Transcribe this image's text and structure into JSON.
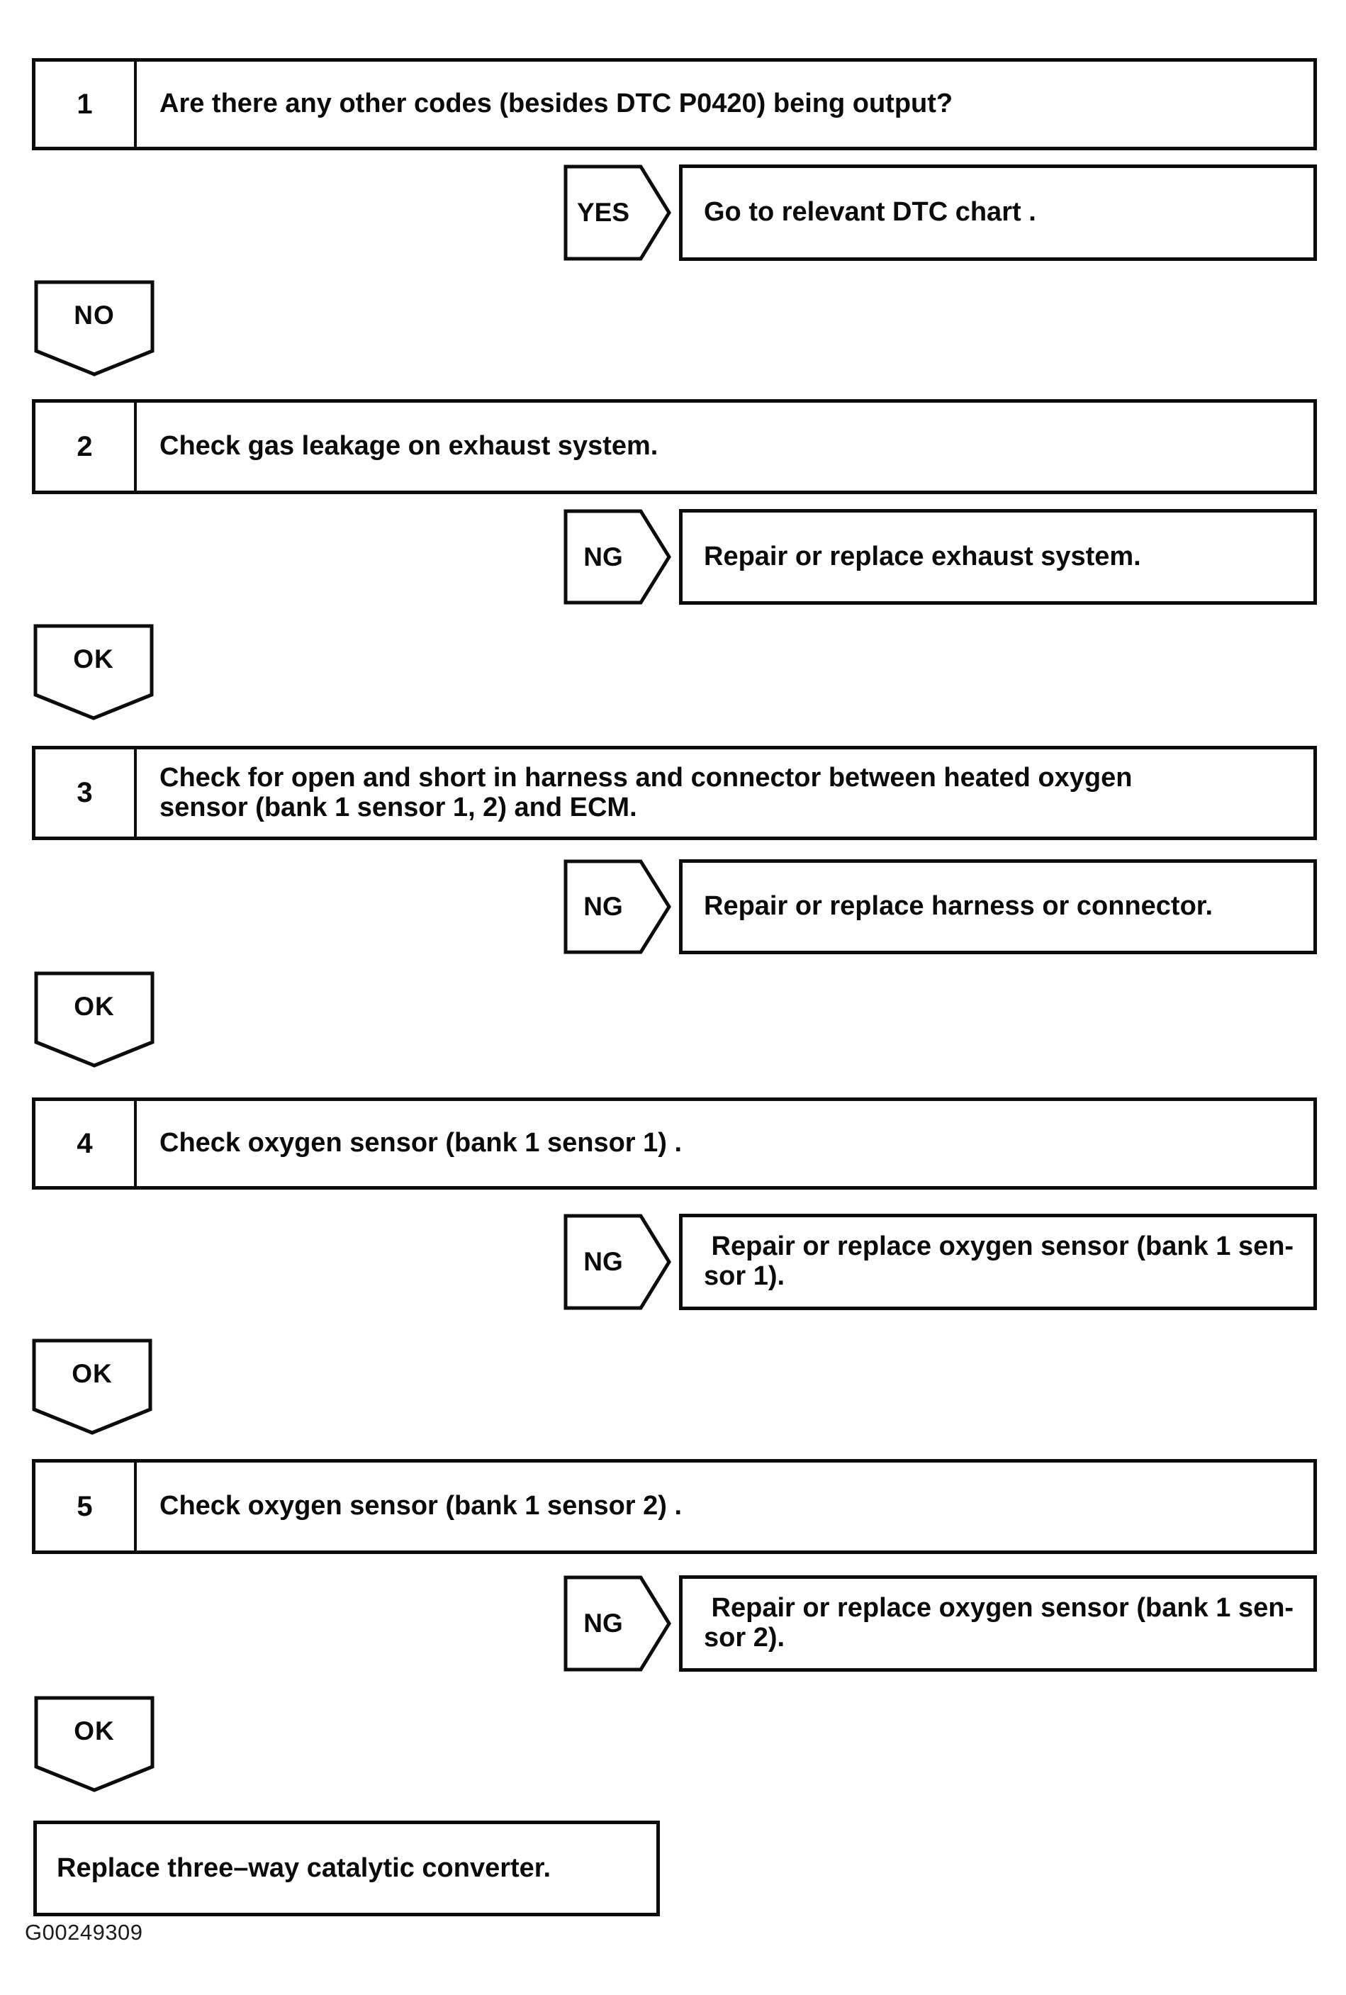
{
  "figure_id": "G00249309",
  "colors": {
    "ink": "#0c0c0c",
    "paper": "#ffffff"
  },
  "steps": [
    {
      "num": "1",
      "question": "Are there any other codes (besides DTC P0420) being output?",
      "branch": {
        "label": "YES",
        "result": "Go to relevant DTC chart ."
      },
      "continue_label": "NO"
    },
    {
      "num": "2",
      "question": "Check gas leakage on exhaust system.",
      "branch": {
        "label": "NG",
        "result": "Repair or replace exhaust system."
      },
      "continue_label": "OK"
    },
    {
      "num": "3",
      "question": "Check for open and short in harness and connector between heated oxygen\nsensor (bank 1 sensor 1, 2) and ECM.",
      "branch": {
        "label": "NG",
        "result": "Repair or replace harness or connector."
      },
      "continue_label": "OK"
    },
    {
      "num": "4",
      "question": "Check oxygen sensor (bank 1 sensor 1) .",
      "branch": {
        "label": "NG",
        "result": " Repair or replace oxygen sensor (bank 1 sen-\nsor 1)."
      },
      "continue_label": "OK"
    },
    {
      "num": "5",
      "question": "Check oxygen sensor (bank 1 sensor 2) .",
      "branch": {
        "label": "NG",
        "result": " Repair or replace oxygen sensor (bank 1 sen-\nsor 2)."
      },
      "continue_label": "OK"
    }
  ],
  "final_action": "Replace three–way catalytic converter."
}
